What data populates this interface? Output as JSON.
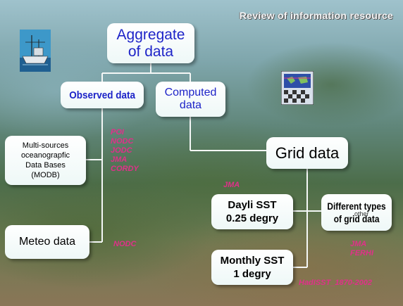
{
  "title": "Review of information resource",
  "nodes": {
    "aggregate": [
      "Aggregate",
      "of data"
    ],
    "observed": "Observed data",
    "computed": [
      "Computed",
      "data"
    ],
    "modb": [
      "Multi-sources",
      "oceanograpfic",
      "Data Bases",
      "(MODB)"
    ],
    "meteo": "Meteo data",
    "grid": "Grid data",
    "daily": [
      "Dayli SST",
      "0.25 degry"
    ],
    "monthly": [
      "Monthly SST",
      "1 degry"
    ],
    "types": [
      "Different types",
      "of grid data"
    ],
    "types_overlay": "other"
  },
  "labels": {
    "modb_sources": [
      "POI",
      "NODC",
      "JODC",
      "JMA",
      "CORDY"
    ],
    "meteo_source": "NODC",
    "daily_source": "JMA",
    "types_sources": [
      "JMA",
      "FERHI"
    ],
    "monthly_source": "HadISST_1870-2002"
  },
  "icons": {
    "ship": "ship-icon",
    "grid_map": "world-map-grid-icon"
  },
  "colors": {
    "heading_blue": "#1e24c8",
    "source_pink": "#e0308a",
    "title_text": "#f4f6f8"
  }
}
